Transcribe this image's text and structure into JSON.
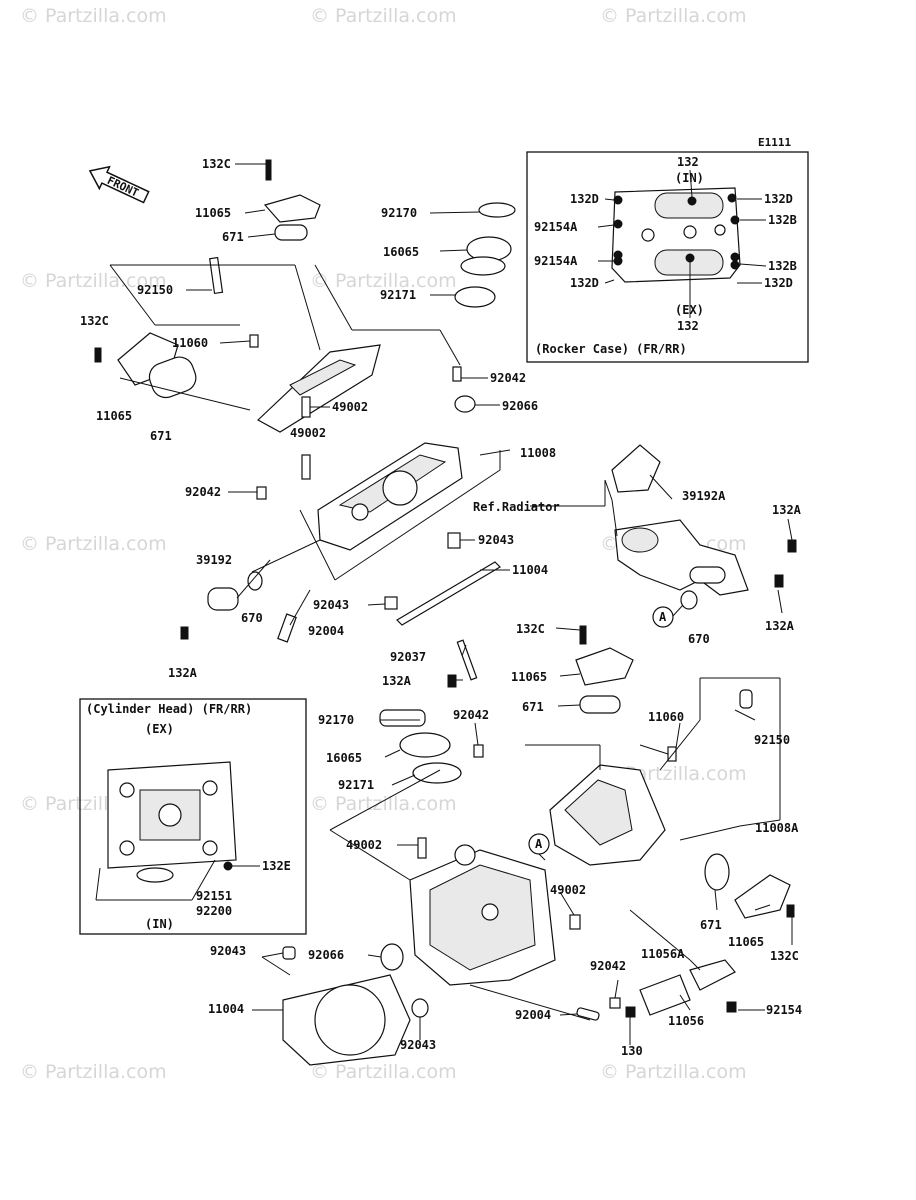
{
  "diagram_code": "E1111",
  "front_label": "FRONT",
  "watermark": "© Partzilla.com",
  "ref_radiator": "Ref.Radiator",
  "callout_a": "A",
  "inset_rocker": {
    "caption": "(Rocker Case) (FR/RR)",
    "in_label": "(IN)",
    "ex_label": "(EX)",
    "labels": [
      "132",
      "132D",
      "132D",
      "92154A",
      "132B",
      "92154A",
      "132B",
      "132D",
      "132D",
      "132"
    ]
  },
  "inset_head": {
    "caption": "(Cylinder Head) (FR/RR)",
    "ex_label": "(EX)",
    "in_label": "(IN)",
    "labels": [
      "132E",
      "92151",
      "92200"
    ]
  },
  "part_labels": [
    "132C",
    "11065",
    "671",
    "92170",
    "16065",
    "92150",
    "92171",
    "132C",
    "11060",
    "11065",
    "671",
    "92042",
    "49002",
    "92066",
    "49002",
    "11008",
    "92042",
    "39192A",
    "132A",
    "92043",
    "11004",
    "39192",
    "670",
    "92043",
    "92004",
    "132A",
    "670",
    "132A",
    "132C",
    "92037",
    "11065",
    "132A",
    "671",
    "92170",
    "92042",
    "11060",
    "92150",
    "16065",
    "92171",
    "11008A",
    "49002",
    "49002",
    "671",
    "11065",
    "132C",
    "92043",
    "92066",
    "92042",
    "11056A",
    "11004",
    "92154",
    "92004",
    "11056",
    "130",
    "92043"
  ]
}
